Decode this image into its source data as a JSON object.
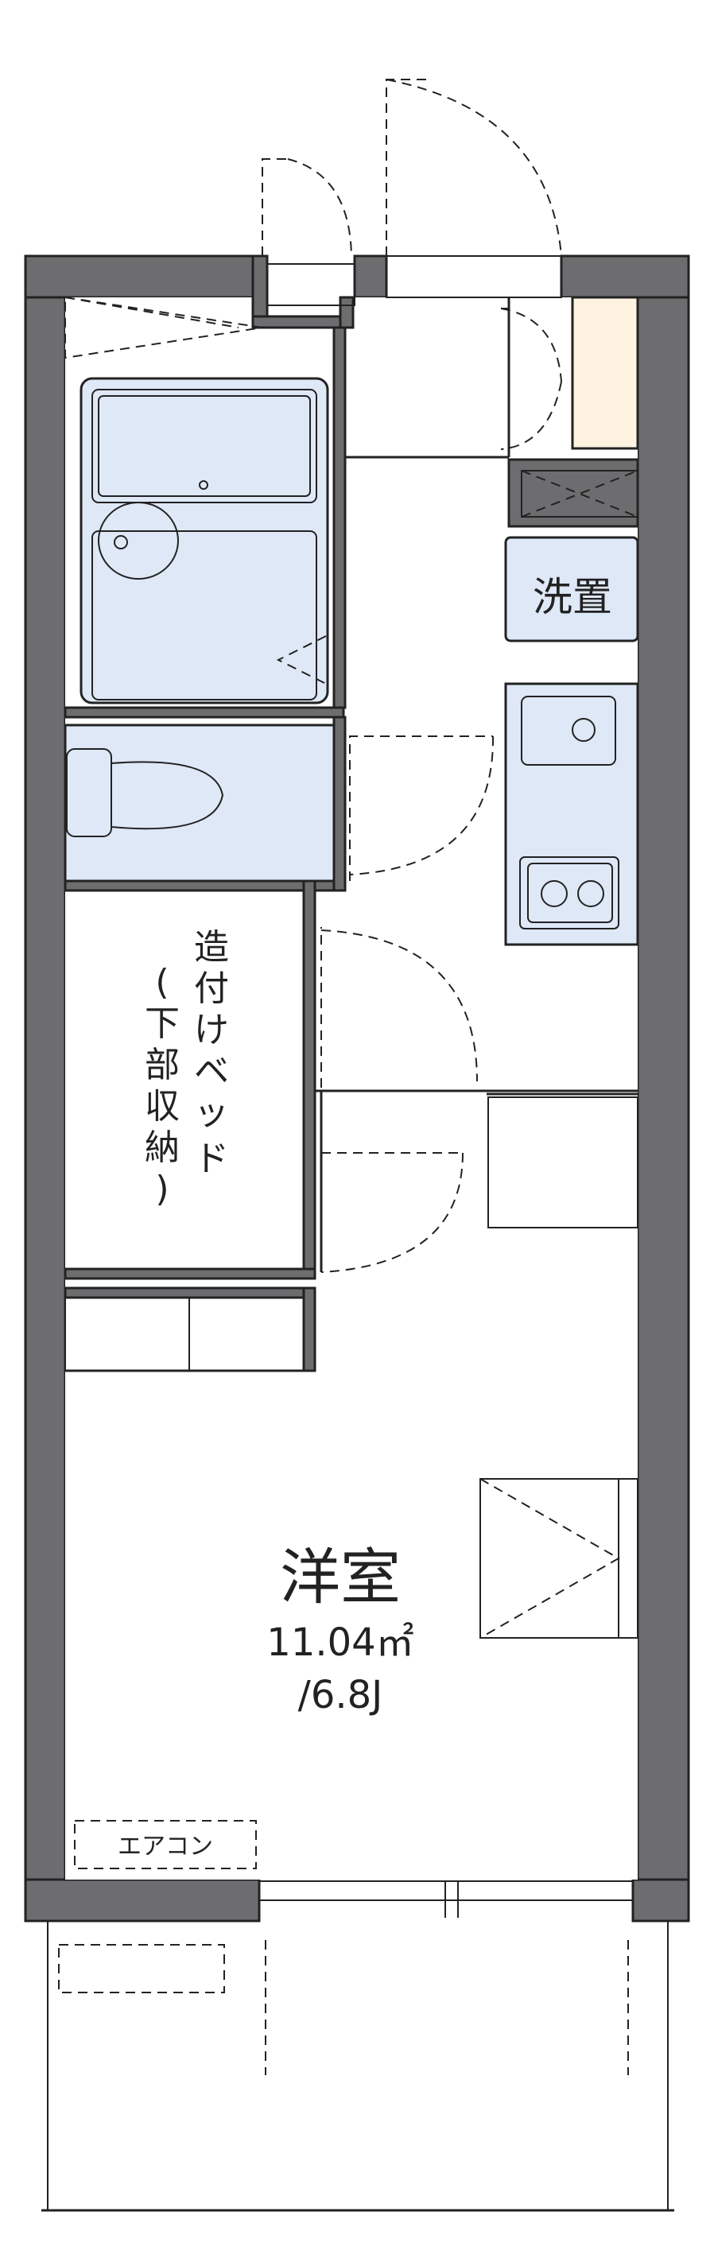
{
  "colors": {
    "wall": "#6d6d6f",
    "fixture_fill": "#dfe8f7",
    "shoe_box_fill": "#fdf3e0",
    "line": "#222222"
  },
  "labels": {
    "washer": "洗置",
    "loft_bed": [
      "造",
      "付",
      "け",
      "ベ",
      "ッ",
      "ド"
    ],
    "loft_bed_note": [
      "(",
      "下",
      "部",
      "収",
      "納",
      ")"
    ],
    "room_name": "洋室",
    "room_area": "11.04㎡",
    "room_size": "/6.8J",
    "aircon": "エアコン"
  }
}
